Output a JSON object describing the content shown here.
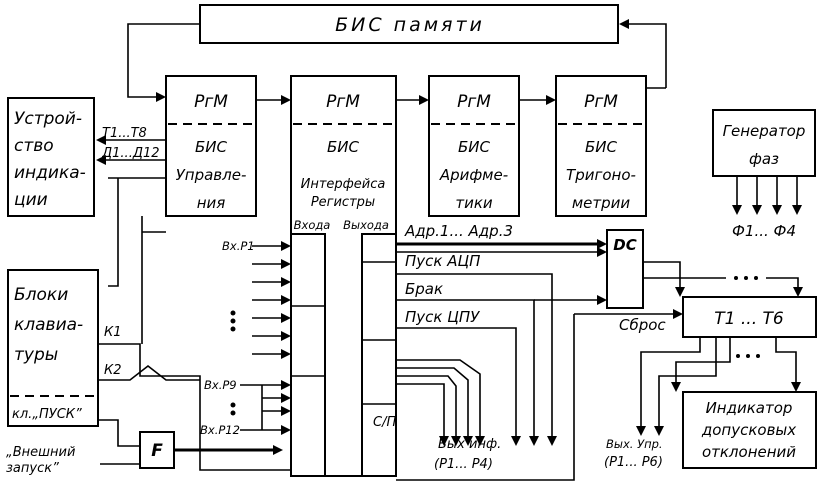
{
  "memory": {
    "label": "БИС памяти"
  },
  "display_device": {
    "lines": [
      "Устрой-",
      "ство",
      "индика-",
      "ции"
    ]
  },
  "bus_labels": {
    "bus_t": "Т1...Т8",
    "bus_d": "Д1...Д12"
  },
  "control_chip": {
    "reg": "РгМ",
    "lines": [
      "БИС",
      "Управле-",
      "ния"
    ]
  },
  "interface_chip": {
    "reg": "РгМ",
    "lines": [
      "БИС",
      "Интерфейса",
      "Регистры"
    ],
    "col_in": "Входа",
    "col_out": "Выхода"
  },
  "arith_chip": {
    "reg": "РгМ",
    "lines": [
      "БИС",
      "Арифме-",
      "тики"
    ]
  },
  "trig_chip": {
    "reg": "РгМ",
    "lines": [
      "БИС",
      "Тригоно-",
      "метрии"
    ]
  },
  "generator": {
    "lines": [
      "Генератор",
      "фаз"
    ],
    "outputs": "Ф1... Ф4"
  },
  "keyboard": {
    "lines": [
      "Блоки",
      "клавиа-",
      "туры"
    ],
    "start_key": "кл.„ПУСК”",
    "k1": "К1",
    "k2": "К2"
  },
  "external_start": {
    "lines": [
      "„Внешний",
      "запуск”"
    ]
  },
  "f_block": {
    "label": "F"
  },
  "inputs": {
    "p1": "Вх.Р1",
    "p9": "Вх.Р9",
    "p12": "Вх.Р12"
  },
  "signals": {
    "addr": "Адр.1... Адр.3",
    "adc": "Пуск АЦП",
    "reject": "Брак",
    "cpu": "Пуск ЦПУ",
    "cp": "С/П"
  },
  "dc": {
    "label": "DC"
  },
  "reset": {
    "label": "Сброс"
  },
  "triggers": {
    "label": "Т1 ... Т6"
  },
  "tolerance_indicator": {
    "lines": [
      "Индикатор",
      "допусковых",
      "отклонений"
    ]
  },
  "outputs": {
    "info": [
      "Вых инф.",
      "(Р1... Р4)"
    ],
    "control": [
      "Вых. Упр.",
      "(Р1... Р6)"
    ]
  }
}
